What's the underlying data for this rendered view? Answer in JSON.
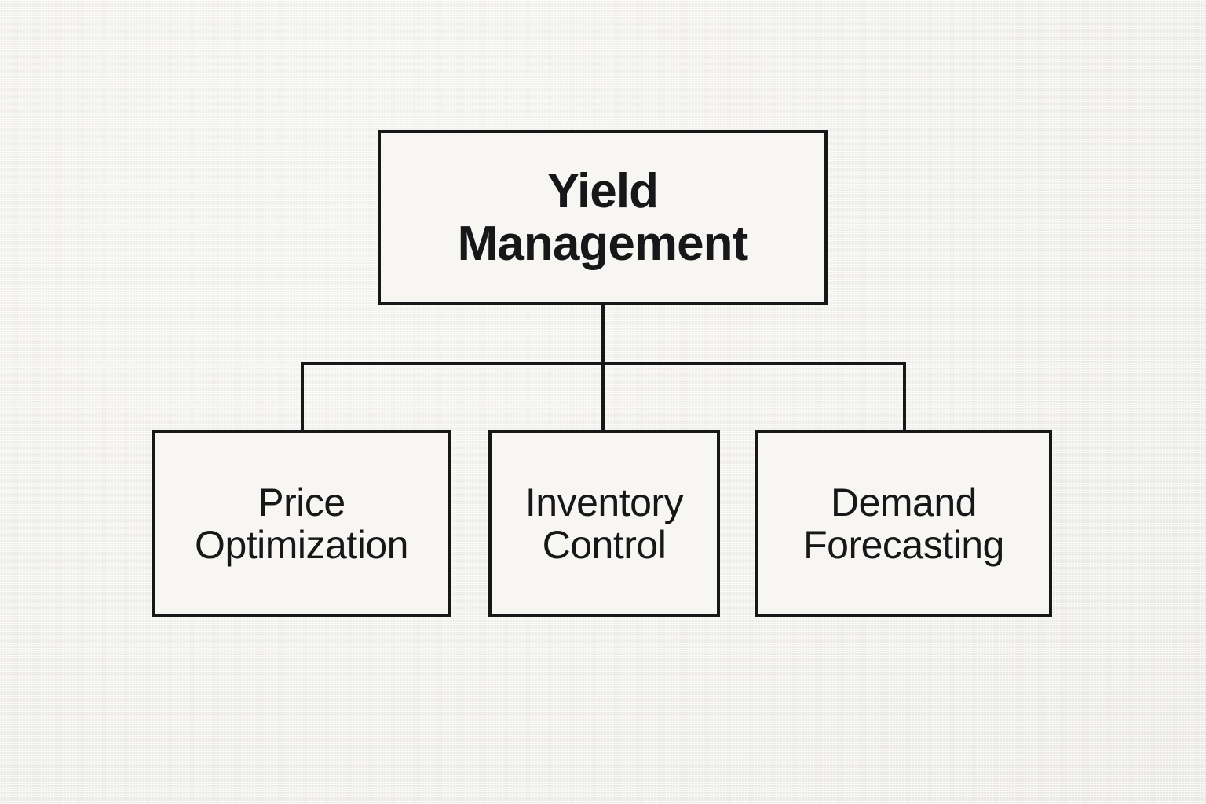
{
  "diagram": {
    "type": "hierarchy-tree",
    "title": "Yield Management",
    "background_color": "#f4f3ef",
    "line_color": "#17171a",
    "text_color": "#17171a",
    "box_fill_color": "#f7f6f3",
    "root": {
      "label": "Yield\nManagement",
      "label_line1": "Yield",
      "label_line2": "Management"
    },
    "children": [
      {
        "label": "Price\nOptimization",
        "label_line1": "Price",
        "label_line2": "Optimization"
      },
      {
        "label": "Inventory\nControl",
        "label_line1": "Inventory",
        "label_line2": "Control"
      },
      {
        "label": "Demand\nForecasting",
        "label_line1": "Demand",
        "label_line2": "Forecasting"
      }
    ]
  }
}
